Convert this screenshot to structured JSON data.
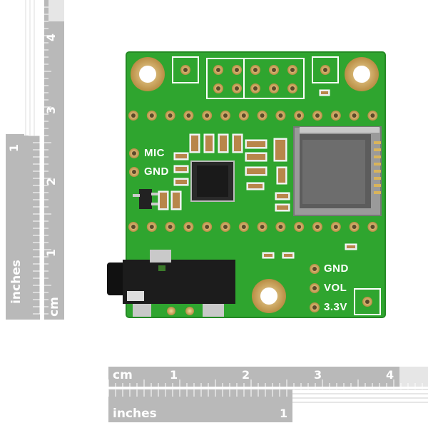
{
  "scene": "SparkFun audio breakout board photographed with scale rulers",
  "rulers": {
    "vertical_cm": {
      "unit_label": "cm",
      "numbers": [
        "1",
        "2",
        "3",
        "4"
      ]
    },
    "vertical_inches": {
      "unit_label": "inches",
      "numbers": [
        "1"
      ]
    },
    "horizontal_cm": {
      "unit_label": "cm",
      "numbers": [
        "1",
        "2",
        "3",
        "4"
      ]
    },
    "horizontal_inches": {
      "unit_label": "inches",
      "numbers": [
        "1"
      ]
    }
  },
  "board": {
    "silkscreen": {
      "mic": "MIC",
      "gnd_left": "GND",
      "gnd_right": "GND",
      "vol": "VOL",
      "v33": "3.3V"
    },
    "colors": {
      "pcb": "#2fa52f",
      "gold": "#c8a25a",
      "ruler_gray": "#b4b4b4"
    }
  }
}
